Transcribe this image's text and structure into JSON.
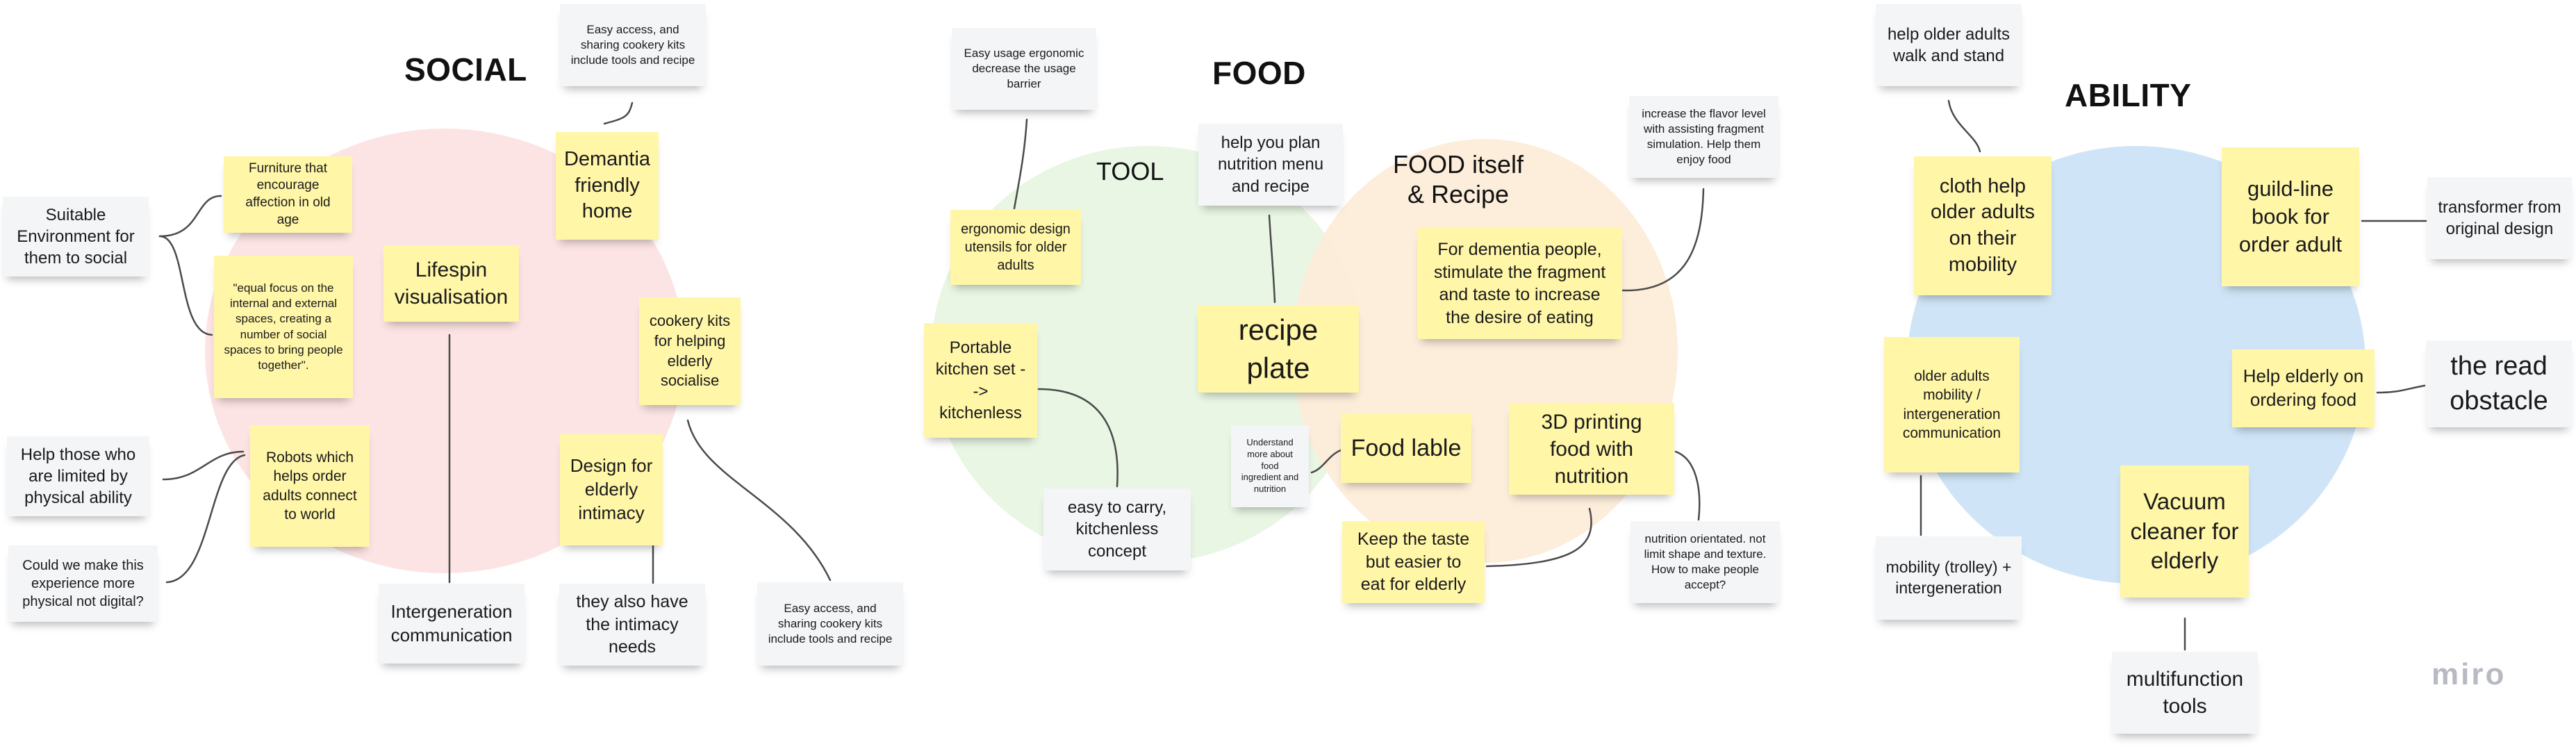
{
  "app": {
    "watermark": "miro"
  },
  "sections": {
    "social": {
      "title": "SOCIAL"
    },
    "food": {
      "title": "FOOD",
      "tool_label": "TOOL",
      "food_itself_label": "FOOD itself\n& Recipe"
    },
    "ability": {
      "title": "ABILITY"
    }
  },
  "colors": {
    "social_circle": "#fde4e4",
    "tool_circle": "#e8f5e3",
    "food_circle": "#fdecd9",
    "ability_circle": "#cfe5f7",
    "sticky_yellow": "#fff6a8",
    "sticky_gray": "#f4f5f7",
    "connector": "#4a4a4a"
  },
  "notes": {
    "suitable_env": "Suitable Environment for them to social",
    "furniture": "Furniture that encourage affection in old age",
    "equal_focus": "\"equal focus on the internal and external spaces, creating a number of social spaces to bring people together\".",
    "lifespin": "Lifespin visualisation",
    "demantia": "Demantia friendly home",
    "easy_access_top": "Easy access, and sharing cookery kits include tools and recipe",
    "cookery_kits": "cookery kits for helping elderly socialise",
    "help_limited": "Help those who are limited by physical ability",
    "robots": "Robots which helps order adults connect to world",
    "physical": "Could we make this experience more physical not digital?",
    "design_intimacy": "Design for elderly intimacy",
    "intergeneration_comm": "Intergeneration communication",
    "intimacy_needs": "they also have the intimacy needs",
    "easy_access_bottom": "Easy access, and sharing cookery kits include tools and recipe",
    "easy_usage": "Easy usage ergonomic decrease the usage barrier",
    "ergonomic": "ergonomic design utensils for older adults",
    "portable": "Portable kitchen set --> kitchenless",
    "easy_carry": "easy to carry, kitchenless concept",
    "nutrition_menu": "help you plan nutrition menu and recipe",
    "recipe_plate": "recipe plate",
    "understand": "Understand more about food ingredient and nutrition",
    "food_lable": "Food lable",
    "keep_taste": "Keep the taste but easier to eat for elderly",
    "printing": "3D printing food with nutrition",
    "nutrition_oriented": "nutrition orientated. not limit shape and texture. How to make people accept?",
    "dementia_stimulate": "For dementia people, stimulate the fragment and taste to increase the desire of eating",
    "flavor": "increase the flavor level with assisting fragment simulation. Help them enjoy food",
    "walk_stand": "help older adults walk and stand",
    "cloth": "cloth help older adults on their mobility",
    "mobility_comm": "older adults mobility / intergeneration communication",
    "trolley": "mobility (trolley) + intergeneration",
    "guide_book": "guild-line book for order adult",
    "transformer": "transformer from original design",
    "ordering_food": "Help elderly on ordering food",
    "read_obstacle": "the read obstacle",
    "vacuum": "Vacuum cleaner for elderly",
    "multifunction": "multifunction tools"
  }
}
